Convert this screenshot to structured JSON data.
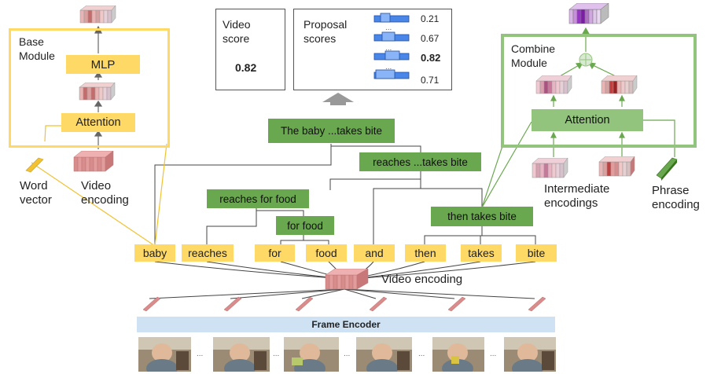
{
  "base_module": {
    "title_line1": "Base",
    "title_line2": "Module",
    "mlp_label": "MLP",
    "attention_label": "Attention"
  },
  "word_vector": {
    "line1": "Word",
    "line2": "vector"
  },
  "video_encoding_left": {
    "line1": "Video",
    "line2": "encoding"
  },
  "video_score": {
    "line1": "Video",
    "line2": "score",
    "value": "0.82"
  },
  "proposal_scores": {
    "line1": "Proposal",
    "line2": "scores",
    "values": [
      "0.21",
      "0.67",
      "0.82",
      "0.71"
    ],
    "separator": "..."
  },
  "combine_module": {
    "title_line1": "Combine",
    "title_line2": "Module",
    "attention_label": "Attention"
  },
  "intermediate_encodings": {
    "line1": "Intermediate",
    "line2": "encodings"
  },
  "phrase_encoding": {
    "line1": "Phrase",
    "line2": "encoding"
  },
  "tree_nodes": {
    "root": "The baby ...takes bite",
    "reaches_takes": "reaches ...takes bite",
    "reaches_for_food": "reaches for food",
    "for_food": "for food",
    "then_takes_bite": "then takes bite"
  },
  "words": [
    "baby",
    "reaches",
    "for",
    "food",
    "and",
    "then",
    "takes",
    "bite"
  ],
  "video_encoding_center": "Video encoding",
  "frame_encoder": "Frame Encoder",
  "frame_separator": "..."
}
